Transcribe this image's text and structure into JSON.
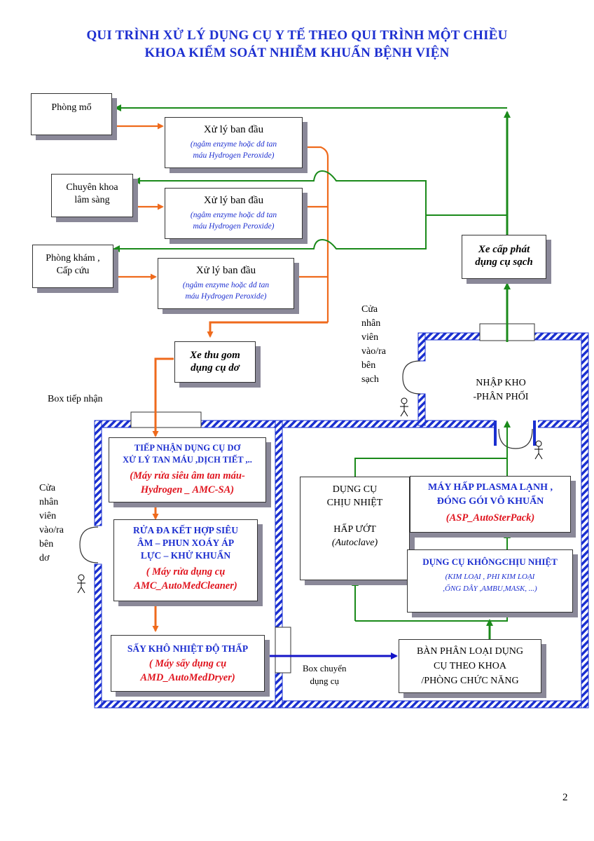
{
  "title": {
    "line1": "QUI TRÌNH XỬ LÝ DỤNG CỤ Y TẾ THEO QUI TRÌNH MỘT CHIỀU",
    "line2": "KHOA KIỂM SOÁT NHIỄM KHUẨN BỆNH VIỆN"
  },
  "departments": {
    "phong_mo": "Phòng mổ",
    "chuyen_khoa": [
      "Chuyên khoa",
      "lâm sàng"
    ],
    "phong_kham": [
      "Phòng khám ,",
      "Cấp cứu"
    ]
  },
  "initial_processing": {
    "title": "Xử lý ban đầu",
    "note": [
      "(ngâm enzyme hoặc dd tan",
      "máu Hydrogen Peroxide)"
    ]
  },
  "dirty_cart": [
    "Xe thu gom",
    "dụng cụ dơ"
  ],
  "clean_cart": [
    "Xe cấp phát",
    "dụng cụ sạch"
  ],
  "clean_door_label": [
    "Cửa",
    "nhân",
    "viên",
    "vào/ra",
    "bên",
    "sạch"
  ],
  "dirty_door_label": [
    "Cửa",
    "nhân",
    "viên",
    "vào/ra",
    "bên",
    "dơ"
  ],
  "receiving_box_label": "Box tiếp nhận",
  "transfer_box_label": [
    "Box chuyển",
    "dụng cụ"
  ],
  "warehouse": [
    "NHẬP KHO",
    "-PHÂN PHỐI"
  ],
  "reception": {
    "title": [
      "TIẾP NHẬN DỤNG CỤ DƠ",
      "XỬ LÝ TAN MÁU ,DỊCH TIẾT ,.."
    ],
    "machine": [
      "(Máy rửa siêu âm tan máu-",
      "Hydrogen _ AMC-SA)"
    ]
  },
  "washing": {
    "title": [
      "RỬA ĐA KẾT HỢP SIÊU",
      "ÂM – PHUN XOÁY ÁP",
      "LỰC – KHỬ KHUẨN"
    ],
    "machine": [
      "( Máy rửa dụng cụ",
      "AMC_AutoMedCleaner)"
    ]
  },
  "drying": {
    "title": "SẤY KHÔ NHIỆT ĐỘ THẤP",
    "machine": [
      "( Máy sấy dụng cụ",
      "AMD_AutoMedDryer)"
    ]
  },
  "heat_resistant": {
    "lines": [
      "DỤNG CỤ",
      "CHỊU NHIỆT",
      "",
      "HẤP ƯỚT"
    ],
    "autoclave": "(Autoclave)"
  },
  "plasma": {
    "title": [
      "MÁY HẤP PLASMA LẠNH ,",
      "ĐÓNG GÓI VÔ KHUẨN"
    ],
    "machine": "(ASP_AutoSterPack)"
  },
  "non_heat": {
    "title": "DỤNG CỤ KHÔNGCHỊU NHIỆT",
    "note": [
      "(KIM LOẠI , PHI KIM LOẠI",
      ",ỐNG DÂY ,AMBU,MASK, ...)"
    ]
  },
  "sorting": [
    "BÀN PHÂN LOẠI DỤNG",
    "CỤ THEO KHOA",
    "/PHÒNG CHỨC NĂNG"
  ],
  "page_number": "2",
  "colors": {
    "title": "#1d2fd0",
    "orange_flow": "#ef6a1c",
    "green_flow": "#1a8a1a",
    "blue_flow": "#1414c8",
    "machine_red": "#e0141e",
    "wall": "#1a2fd0"
  }
}
